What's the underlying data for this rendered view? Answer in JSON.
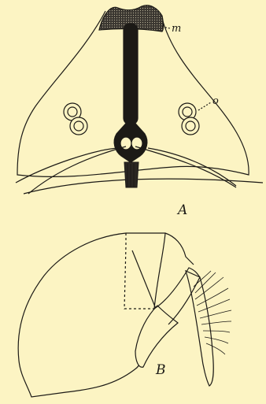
{
  "figure": {
    "panel_a": {
      "label": "A",
      "callouts": {
        "m": "m",
        "o": "o"
      }
    },
    "panel_b": {
      "label": "B"
    }
  },
  "colors": {
    "background": "#fcf4c3",
    "ink": "#1c1a16"
  }
}
